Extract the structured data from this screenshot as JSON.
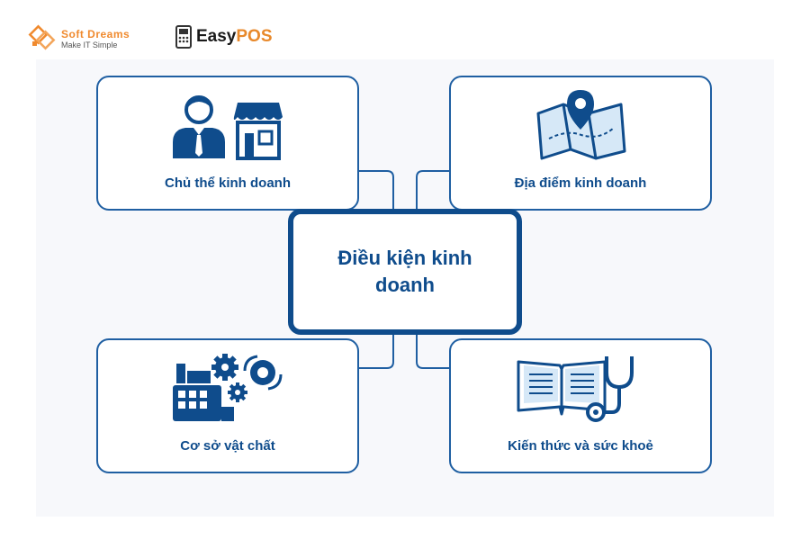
{
  "header": {
    "softdreams": {
      "name": "Soft Dreams",
      "tagline": "Make IT Simple"
    },
    "easypos": {
      "name_easy": "Easy",
      "name_pos": "POS"
    }
  },
  "diagram": {
    "center_title": "Điều kiện kinh doanh",
    "cards": {
      "top_left": {
        "label": "Chủ thể kinh doanh",
        "icon": "businessman-shop-icon"
      },
      "top_right": {
        "label": "Địa điểm kinh doanh",
        "icon": "map-pin-icon"
      },
      "bottom_left": {
        "label": "Cơ sở vật chất",
        "icon": "cash-register-gears-icon"
      },
      "bottom_right": {
        "label": "Kiến thức và sức khoẻ",
        "icon": "book-stethoscope-icon"
      }
    }
  },
  "colors": {
    "primary": "#0f4c8c",
    "card_border": "#1f5fa2",
    "icon_light": "#d6e8f7",
    "brand_orange": "#f08a2e"
  }
}
